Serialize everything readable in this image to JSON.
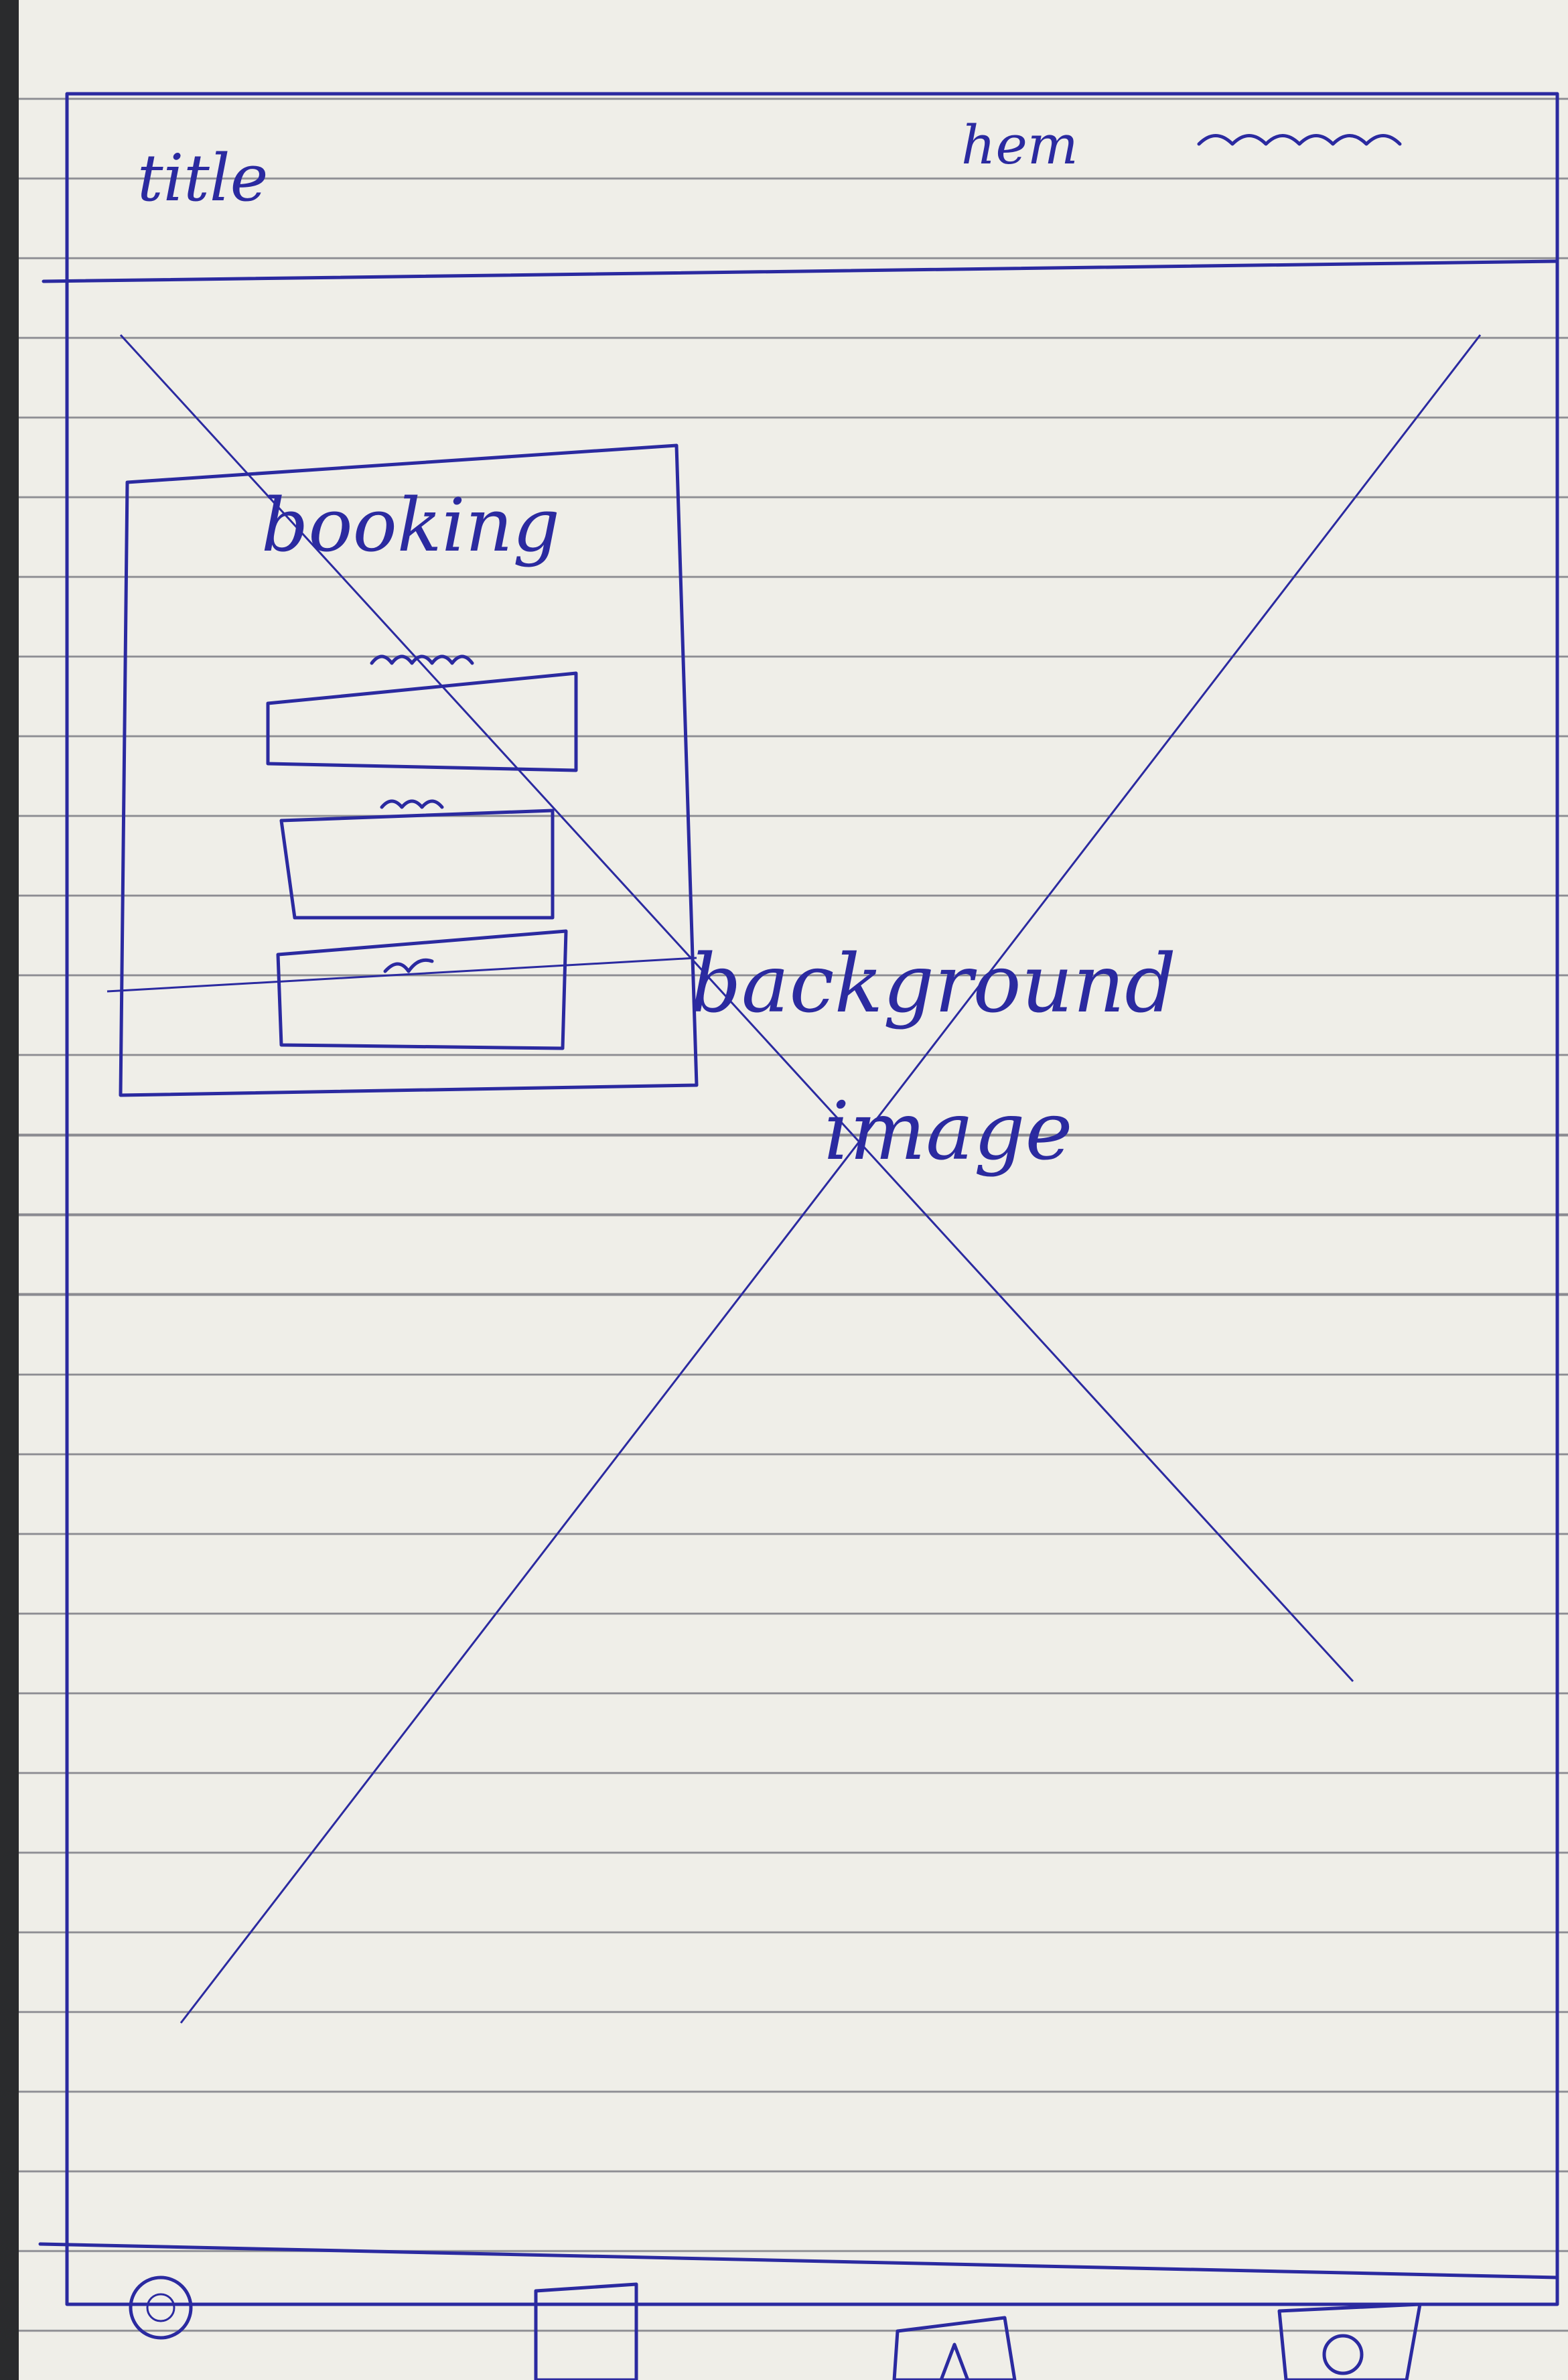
{
  "header": {
    "title": "title",
    "nav_text": "hem"
  },
  "booking_panel": {
    "title": "booking"
  },
  "background": {
    "line1": "background",
    "line2": "image"
  },
  "footer": {
    "icons": [
      "circle-logo-icon",
      "square-icon",
      "a-letter-icon",
      "globe-icon"
    ]
  },
  "colors": {
    "ink": "#2b2aa0",
    "paper": "#efeee8"
  }
}
